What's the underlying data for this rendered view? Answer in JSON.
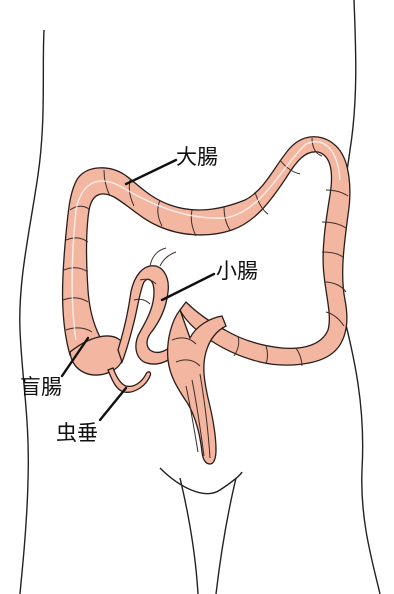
{
  "colors": {
    "organ": "#f2b6a1",
    "organ_dark": "#d9826e",
    "outline": "#2b1d19",
    "label": "#111111",
    "background": "#ffffff"
  },
  "labels": {
    "large_intestine": "大腸",
    "small_intestine": "小腸",
    "cecum": "盲腸",
    "appendix": "虫垂"
  }
}
